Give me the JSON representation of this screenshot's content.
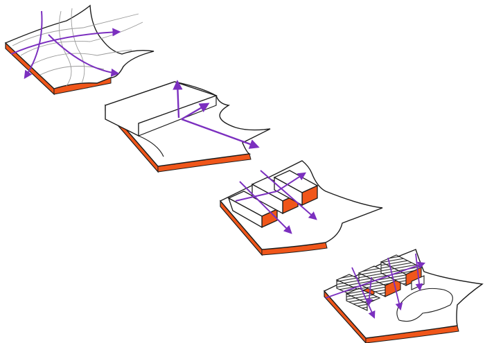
{
  "colors": {
    "background": "#ffffff",
    "terrain_edge": "#f0561a",
    "ink": "#1c1c1c",
    "contour": "#9a9a9a",
    "arrow": "#7b2fbf",
    "building_hatch": "#3a3a3a"
  },
  "diagram": {
    "steps": [
      {
        "id": "site-contours",
        "elements": [
          "terrain-slab",
          "contour-lines",
          "movement-arrows"
        ]
      },
      {
        "id": "earthwork-terrace",
        "elements": [
          "terrain-slab",
          "terrace-volume",
          "axis-arrows"
        ]
      },
      {
        "id": "stepped-blocks",
        "elements": [
          "terrain-slab",
          "block-volumes",
          "flow-arrows"
        ]
      },
      {
        "id": "built-complex",
        "elements": [
          "terrain-slab",
          "hatched-buildings",
          "courtyard-outline",
          "flow-arrows"
        ]
      }
    ]
  }
}
